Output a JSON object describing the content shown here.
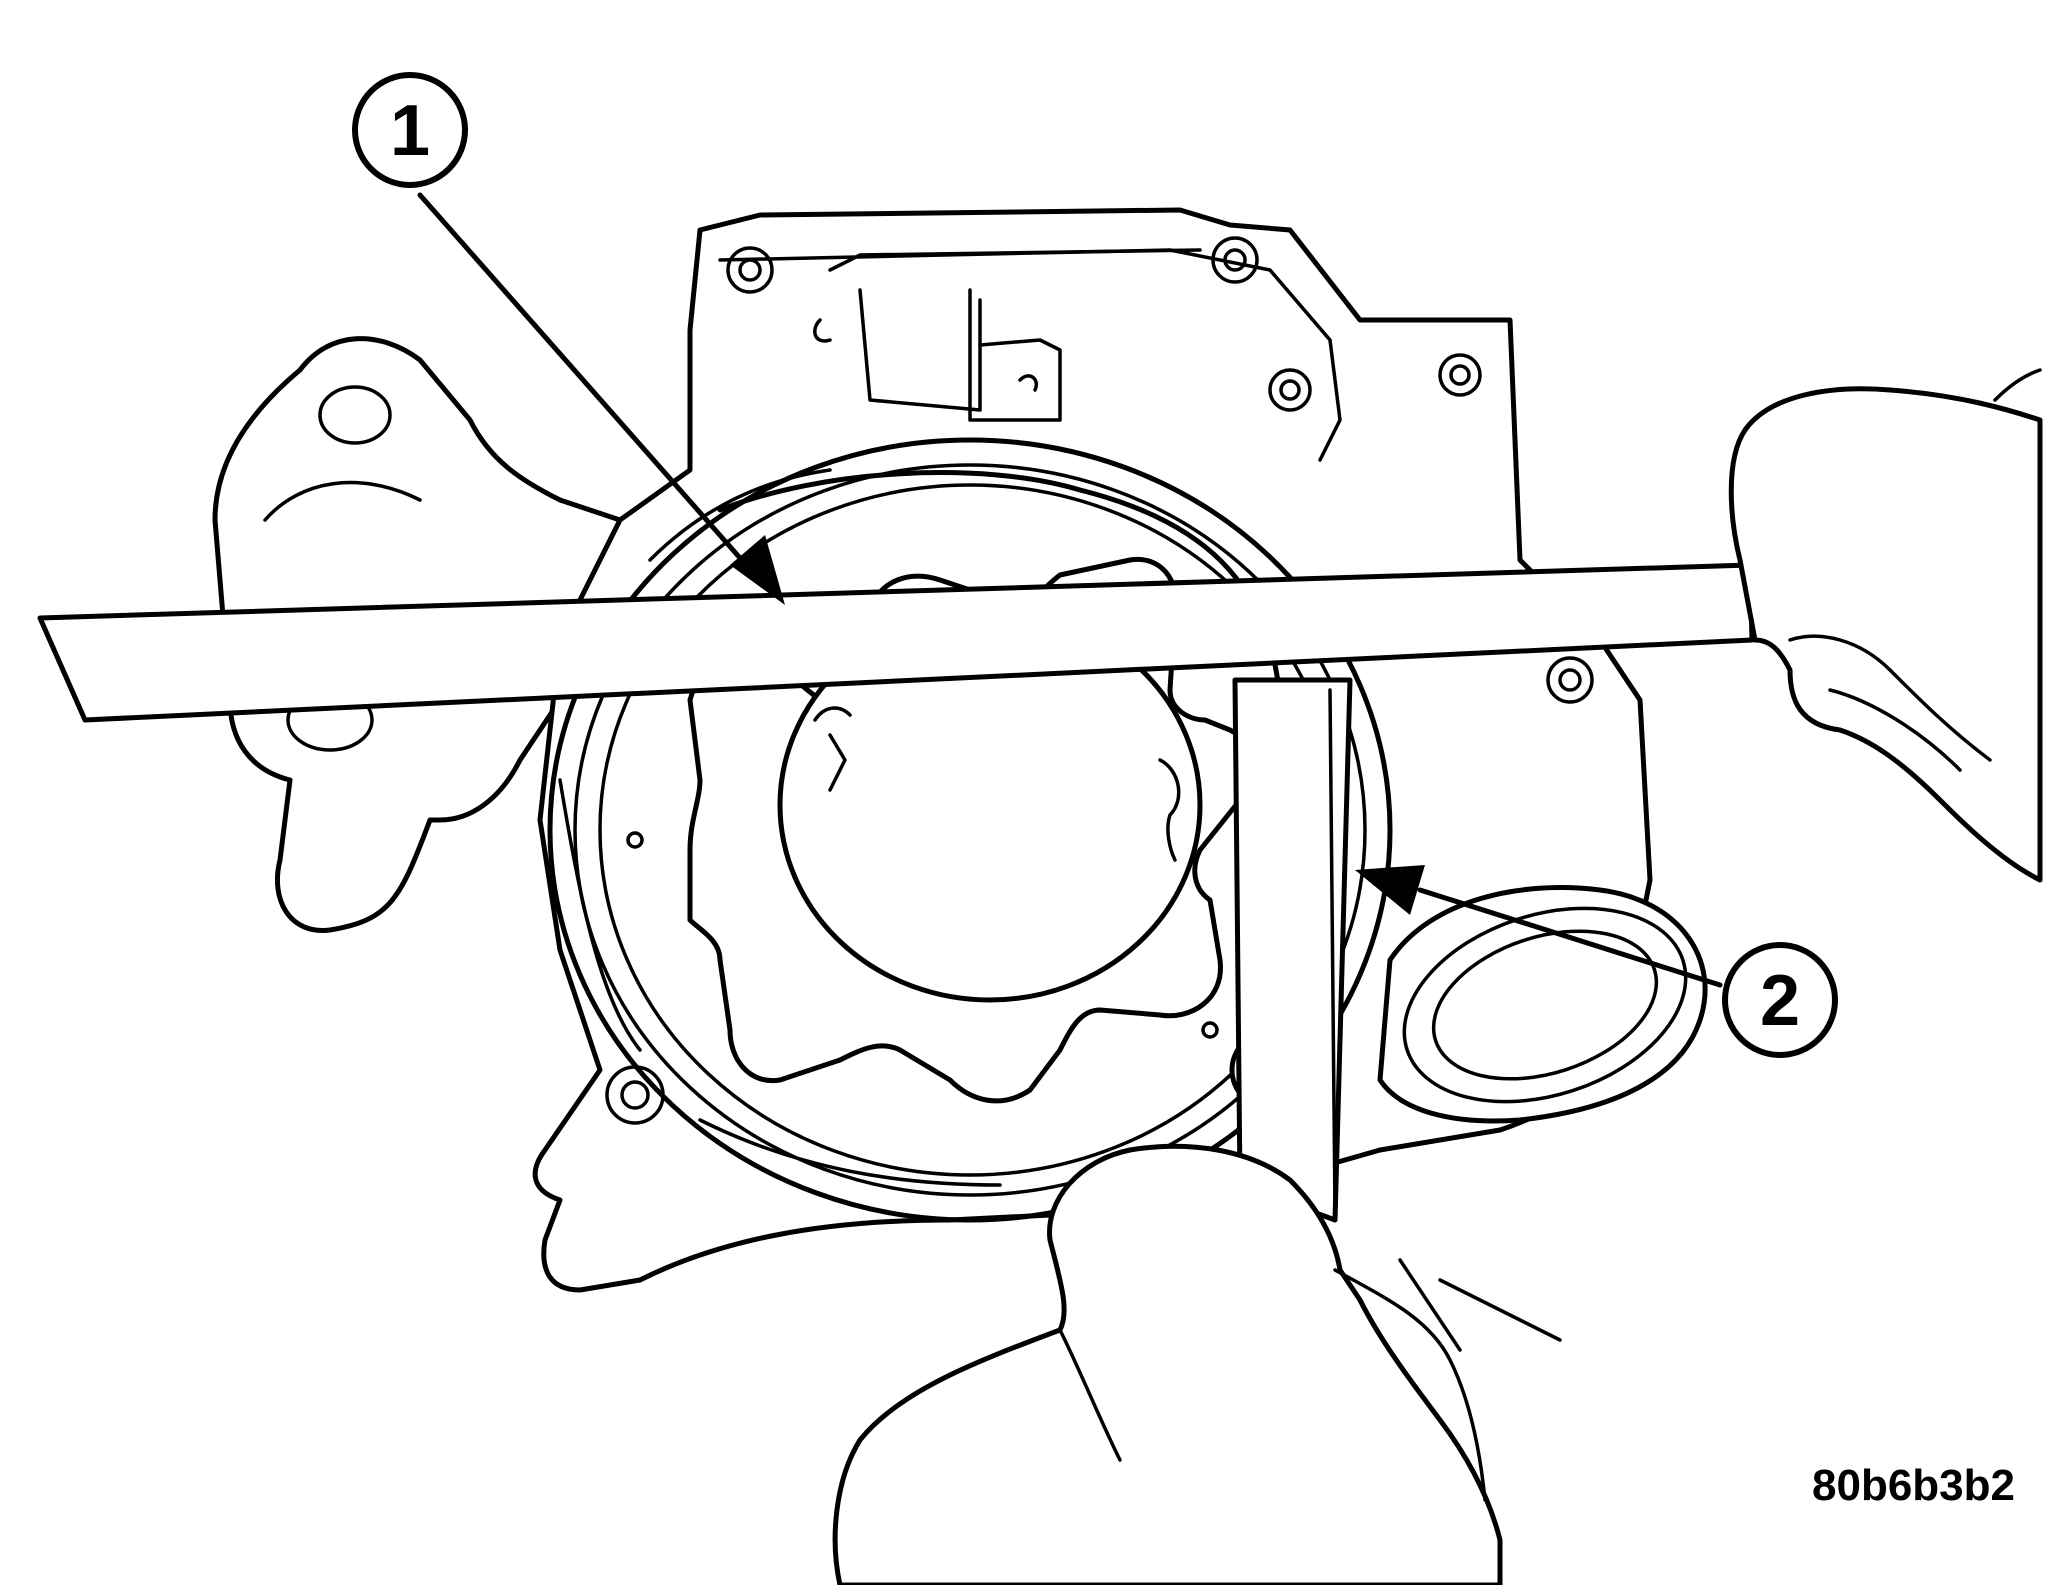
{
  "callouts": [
    {
      "label": "1"
    },
    {
      "label": "2"
    }
  ],
  "figure_id": "80b6b3b2",
  "colors": {
    "line": "#000000",
    "background": "#ffffff"
  }
}
